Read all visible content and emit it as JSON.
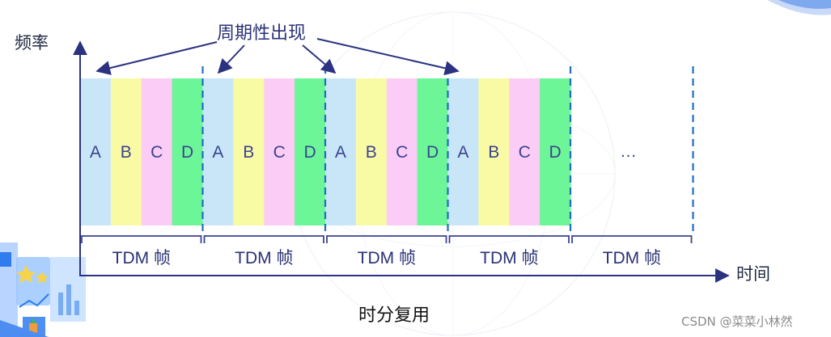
{
  "axes": {
    "y_label": "频率",
    "x_label": "时间"
  },
  "callout": {
    "text": "周期性出现"
  },
  "frames": [
    {
      "label": "TDM 帧",
      "slots": [
        "A",
        "B",
        "C",
        "D"
      ]
    },
    {
      "label": "TDM 帧",
      "slots": [
        "A",
        "B",
        "C",
        "D"
      ]
    },
    {
      "label": "TDM 帧",
      "slots": [
        "A",
        "B",
        "C",
        "D"
      ]
    },
    {
      "label": "TDM 帧",
      "slots": [
        "A",
        "B",
        "C",
        "D"
      ]
    },
    {
      "label": "TDM 帧",
      "slots": []
    }
  ],
  "ellipsis": "…",
  "caption": "时分复用",
  "watermark": "CSDN @菜菜小林然",
  "colors": {
    "A": "#c9e6f8",
    "B": "#f9fba4",
    "C": "#fbccf5",
    "D": "#6cf697",
    "axis": "#2b3280",
    "divider": "#1d6fc4",
    "arrow": "#2b3280",
    "brace": "#3a4390"
  }
}
